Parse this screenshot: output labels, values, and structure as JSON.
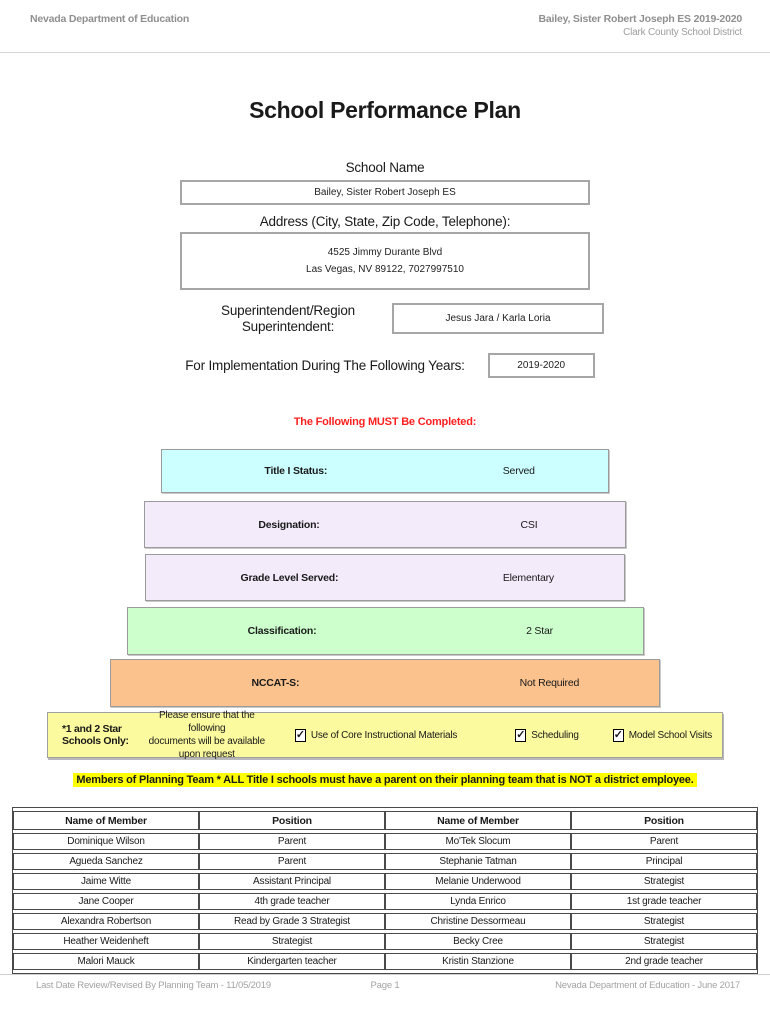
{
  "header": {
    "left": "Nevada Department of Education",
    "right_line1": "Bailey, Sister Robert Joseph ES  2019-2020",
    "right_line2": "Clark County School District"
  },
  "title": "School Performance Plan",
  "form": {
    "school_name_label": "School Name",
    "school_name_value": "Bailey, Sister Robert Joseph ES",
    "address_label": "Address (City, State, Zip Code, Telephone):",
    "address_line1": "4525 Jimmy Durante Blvd",
    "address_line2": "Las Vegas, NV  89122, 7027997510",
    "superintendent_label_line1": "Superintendent/Region",
    "superintendent_label_line2": "Superintendent:",
    "superintendent_value": "Jesus Jara / Karla Loria",
    "implementation_label": "For Implementation During The Following Years:",
    "implementation_value": "2019-2020"
  },
  "must_complete_notice": "The Following MUST Be Completed:",
  "status_rows": [
    {
      "label": "Title I Status:",
      "value": "Served",
      "color": "#ccffff"
    },
    {
      "label": "Designation:",
      "value": "CSI",
      "color": "#f3eafa"
    },
    {
      "label": "Grade Level Served:",
      "value": "Elementary",
      "color": "#f3eafa"
    },
    {
      "label": "Classification:",
      "value": "2 Star",
      "color": "#ccffcc"
    },
    {
      "label": "NCCAT-S:",
      "value": "Not Required",
      "color": "#fbc28e"
    }
  ],
  "star_schools_box": {
    "background": "#fbfa9e",
    "label": "*1 and 2 Star Schools Only:",
    "description_line1": "Please ensure that the following",
    "description_line2": "documents will be available upon request",
    "check_glyph": "✓",
    "checkboxes": [
      {
        "label": "Use of Core Instructional Materials",
        "checked": true
      },
      {
        "label": "Scheduling",
        "checked": true
      },
      {
        "label": "Model School Visits",
        "checked": true
      }
    ]
  },
  "planning_team_notice": "Members of Planning Team * ALL Title I schools must have a parent on their planning team that is NOT a district employee.",
  "members_table": {
    "headers": [
      "Name of Member",
      "Position",
      "Name of Member",
      "Position"
    ],
    "rows": [
      [
        "Dominique Wilson",
        "Parent",
        "Mo'Tek Slocum",
        "Parent"
      ],
      [
        "Agueda Sanchez",
        "Parent",
        "Stephanie Tatman",
        "Principal"
      ],
      [
        "Jaime Witte",
        "Assistant Principal",
        "Melanie Underwood",
        "Strategist"
      ],
      [
        "Jane Cooper",
        "4th grade teacher",
        "Lynda Enrico",
        "1st grade teacher"
      ],
      [
        "Alexandra Robertson",
        "Read by Grade 3 Strategist",
        "Christine Dessormeau",
        "Strategist"
      ],
      [
        "Heather Weidenheft",
        "Strategist",
        "Becky Cree",
        "Strategist"
      ],
      [
        "Malori Mauck",
        "Kindergarten teacher",
        "Kristin Stanzione",
        "2nd grade teacher"
      ]
    ]
  },
  "footer": {
    "left": "Last Date Review/Revised By Planning Team - 11/05/2019",
    "center": "Page 1",
    "right": "Nevada Department of Education - June 2017"
  },
  "colors": {
    "notice_red": "#ff1f1f",
    "highlight_yellow": "#ffff00",
    "title_i_cyan": "#ccffff",
    "designation_lavender": "#f3eafa",
    "classification_green": "#ccffcc",
    "nccat_orange": "#fbc28e",
    "star_box_yellow": "#fbfa9e"
  }
}
